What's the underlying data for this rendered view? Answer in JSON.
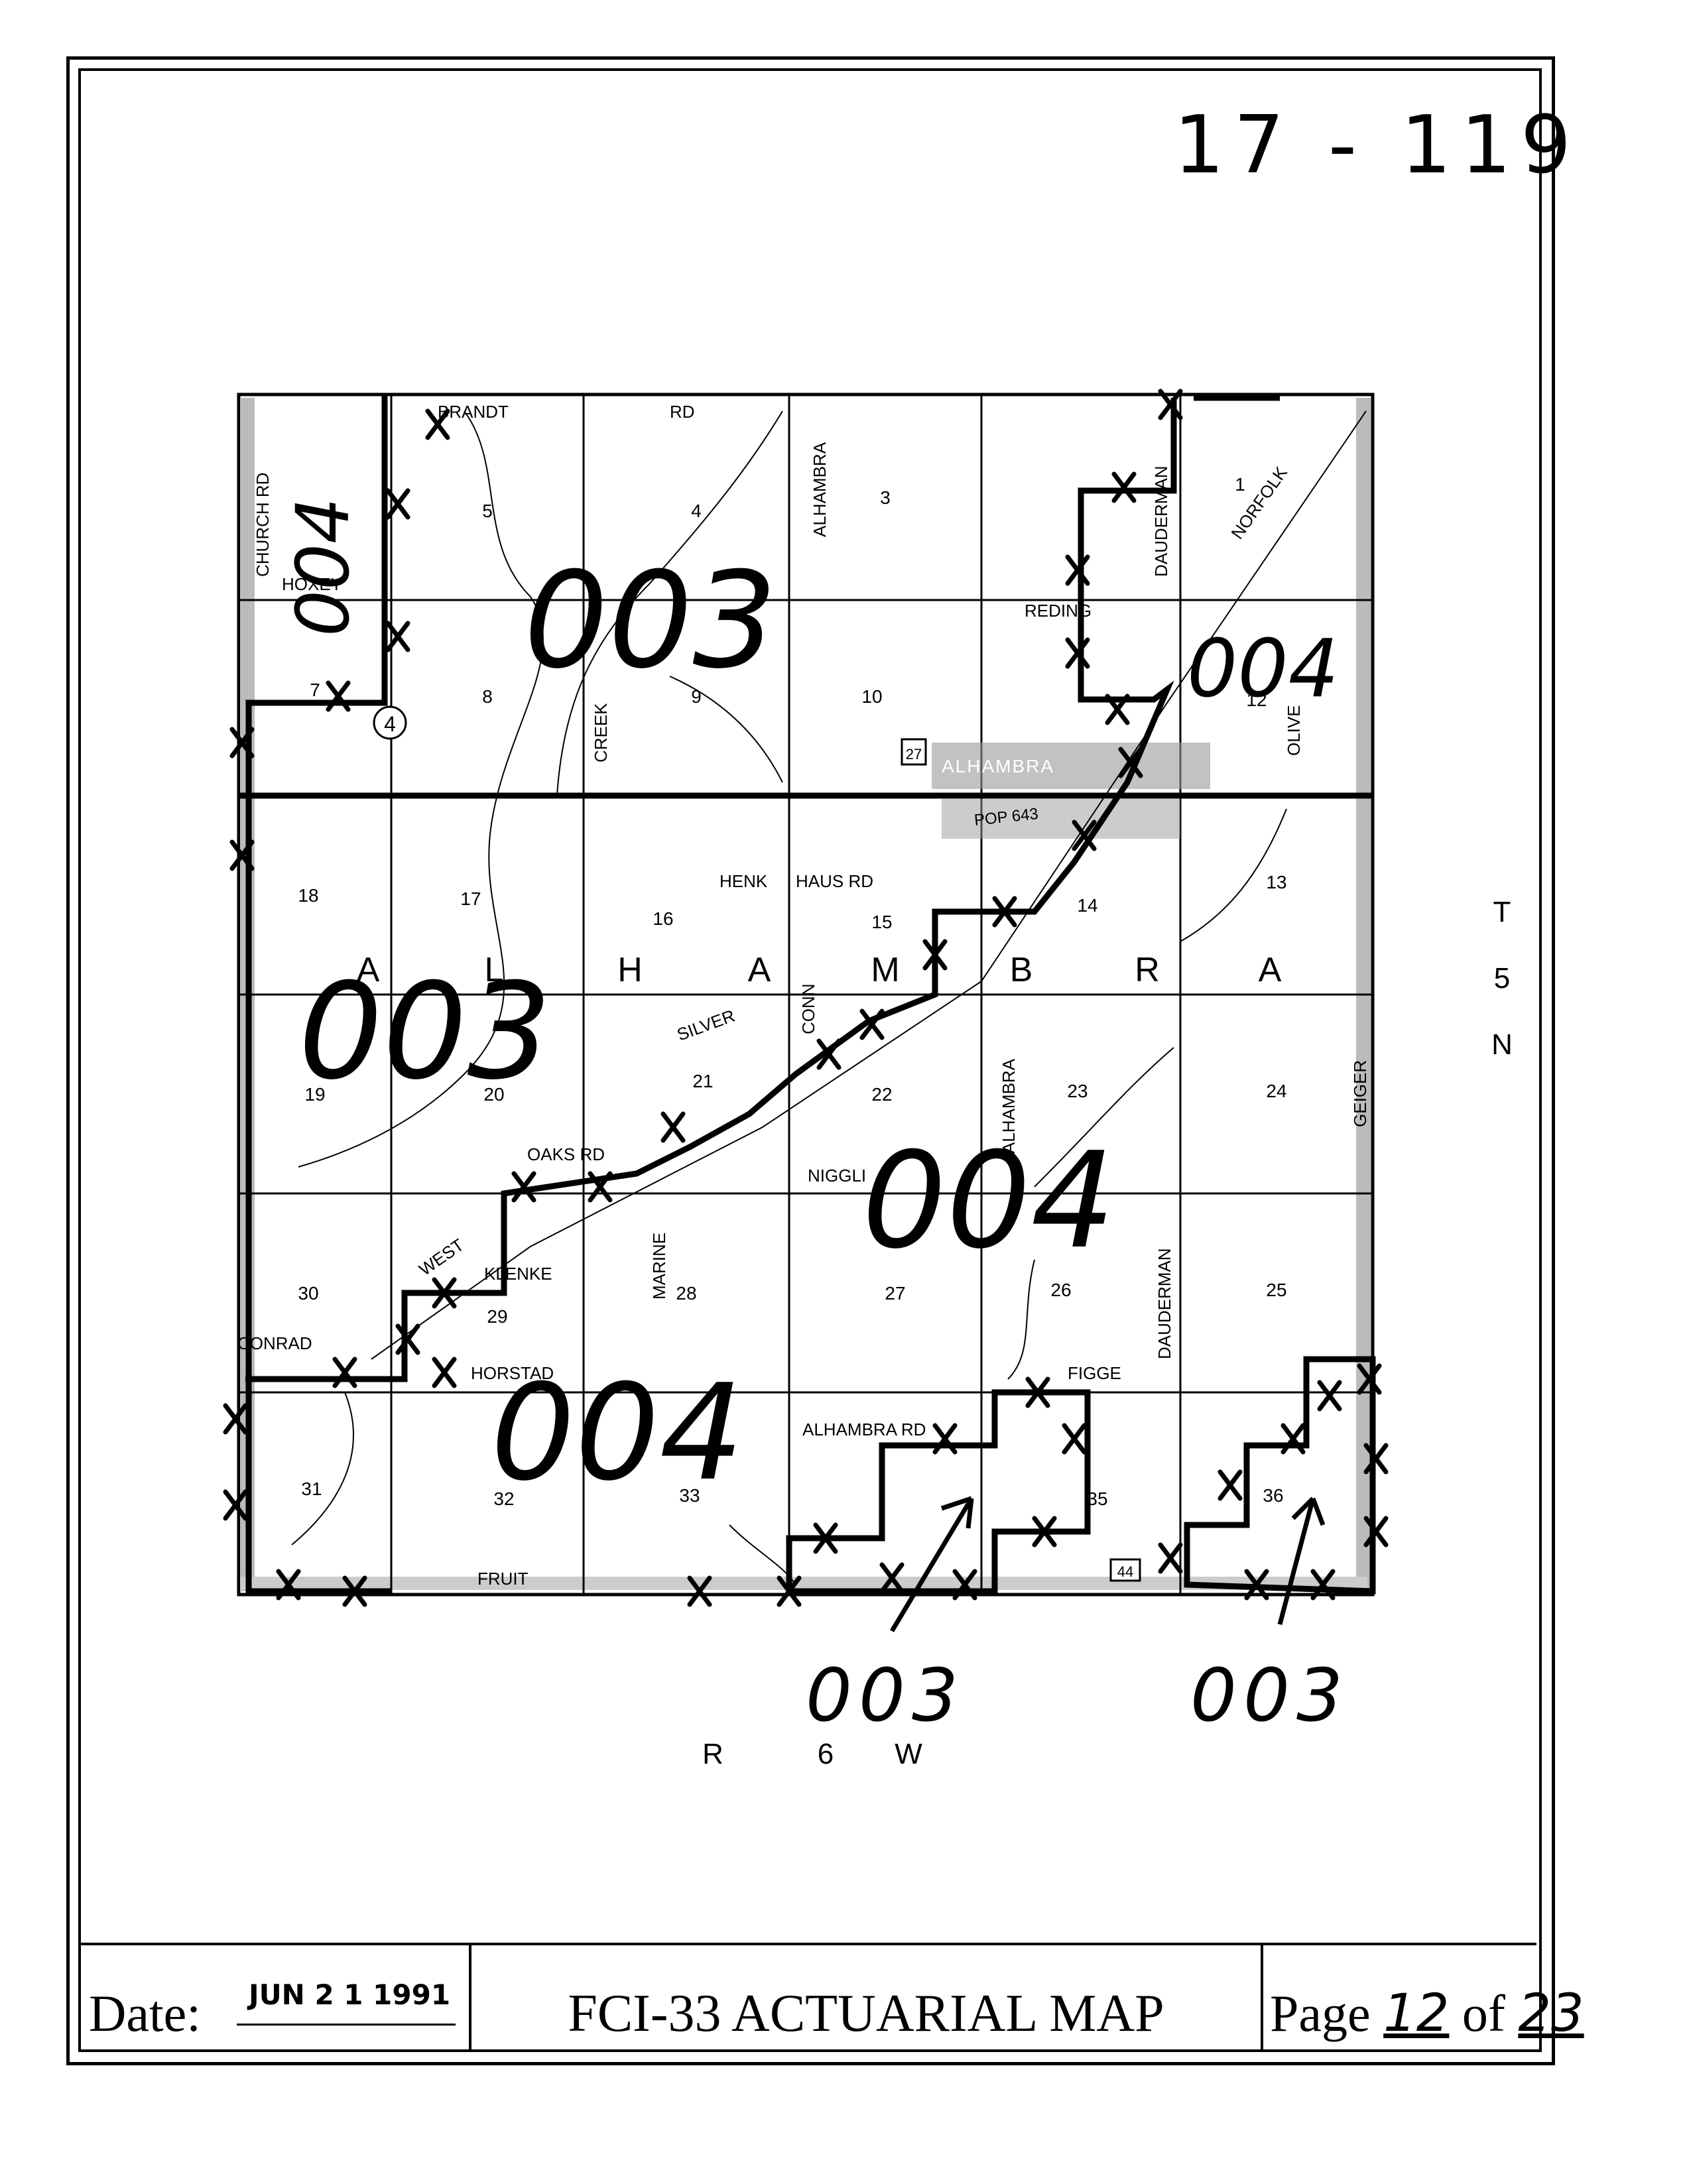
{
  "document_number": "17 - 119",
  "map": {
    "township_label": [
      "T",
      "5",
      "N"
    ],
    "range_label": [
      "R",
      "6",
      "W"
    ],
    "township_name_letters": [
      "A",
      "L",
      "H",
      "A",
      "M",
      "B",
      "R",
      "A"
    ],
    "town_label": "ALHAMBRA",
    "pop_label": "POP 643",
    "zone_labels": {
      "z003_top": "003",
      "z003_mid": "003",
      "z004_topleft": "004",
      "z004_topright": "004",
      "z004_center": "004",
      "z004_bottom": "004",
      "z003_bottom1": "003",
      "z003_bottom2": "003"
    },
    "sections": [
      "1",
      "3",
      "4",
      "5",
      "7",
      "8",
      "9",
      "10",
      "12",
      "13",
      "14",
      "15",
      "16",
      "17",
      "18",
      "19",
      "20",
      "21",
      "22",
      "23",
      "24",
      "25",
      "26",
      "27",
      "28",
      "29",
      "30",
      "31",
      "32",
      "33",
      "35",
      "36"
    ],
    "roads": {
      "brandt": "BRANDT",
      "rd_top": "RD",
      "church": "CHURCH RD",
      "hoxey": "HOXEY",
      "creek": "CREEK",
      "alhambra_n": "ALHAMBRA",
      "reding": "REDING",
      "olive": "OLIVE",
      "dauderman_n": "DAUDERMAN",
      "norfolk": "NORFOLK",
      "henk": "HENK",
      "haus": "HAUS RD",
      "conn": "CONN",
      "silver": "SILVER",
      "oaks": "OAKS RD",
      "niggli": "NIGGLI",
      "alhambra_s": "ALHAMBRA",
      "geiger": "GEIGER",
      "west": "WEST",
      "klenke": "KLENKE",
      "marine": "MARINE",
      "conrad": "CONRAD",
      "horstad": "HORSTAD",
      "dauderman_s": "DAUDERMAN",
      "figge": "FIGGE",
      "alhambra_rd": "ALHAMBRA RD",
      "fruit": "FRUIT",
      "route_4": "4",
      "route_27": "27",
      "route_44": "44"
    }
  },
  "footer": {
    "date_label": "Date:",
    "date_value": "JUN 2 1 1991",
    "title": "FCI-33 ACTUARIAL MAP",
    "page_prefix": "Page",
    "page_num": "12",
    "page_mid": "of",
    "page_total": "23"
  }
}
